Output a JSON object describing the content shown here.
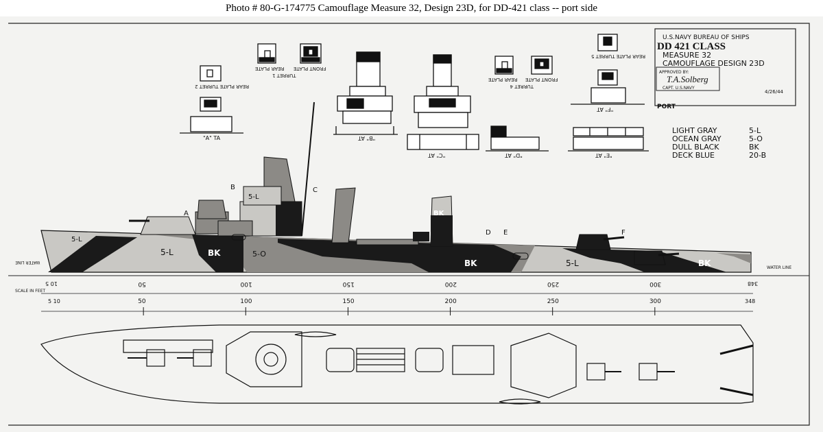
{
  "caption": "Photo #  80-G-174775     Camouflage Measure 32, Design 23D, for DD-421 class -- port side",
  "title_block": {
    "line1": "U.S.NAVY   BUREAU OF SHIPS",
    "line2": "DD 421 CLASS",
    "line3": "MEASURE 32",
    "line4": "CAMOUFLAGE DESIGN 23D",
    "approved": "APPROVED BY:",
    "signature": "T.A.Solberg",
    "rank": "CAPT. U.S.NAVY",
    "date": "4/26/44",
    "side": "PORT"
  },
  "legend": {
    "rows": [
      {
        "name": "LIGHT GRAY",
        "code": "5-L"
      },
      {
        "name": "OCEAN GRAY",
        "code": "5-O"
      },
      {
        "name": "DULL BLACK",
        "code": "BK"
      },
      {
        "name": "DECK BLUE",
        "code": "20-B"
      }
    ]
  },
  "details": {
    "turret1_rear": "REAR PLATE",
    "turret1_front": "FRONT PLATE",
    "turret1_label": "TURRET 1",
    "turret2_label": "REAR PLATE TURRET 2",
    "turret4_rear": "REAR PLATE",
    "turret4_front": "FRONT PLATE",
    "turret4_label": "TURRET 4",
    "turret5_label": "REAR PLATE TURRET 5",
    "at_a": "\"A\" TA",
    "at_b": "\"B\" AT",
    "at_c": "\"C\" AT",
    "at_d": "\"D\" AT",
    "at_e": "\"E\" AT",
    "at_f": "\"F\" AT"
  },
  "profile": {
    "labels": [
      "5-L",
      "5-L",
      "BK",
      "5-O",
      "BK",
      "5-L",
      "BK",
      "5-L",
      "BK"
    ],
    "sec_a": "A",
    "sec_b": "B",
    "sec_c": "C",
    "sec_d": "D",
    "sec_e": "E",
    "sec_f": "F",
    "waterline_left": "WATER LINE",
    "waterline_right": "WATER LINE",
    "scale_label": "SCALE IN FEET",
    "scale_small": [
      "10 5",
      "5 10"
    ],
    "ticks": [
      "50",
      "100",
      "150",
      "200",
      "250",
      "300"
    ],
    "end_mark": "348"
  },
  "colors": {
    "light_gray": "#c9c8c4",
    "ocean_gray": "#8c8a86",
    "dull_black": "#1a1a1a",
    "paper": "#f3f3f1"
  }
}
